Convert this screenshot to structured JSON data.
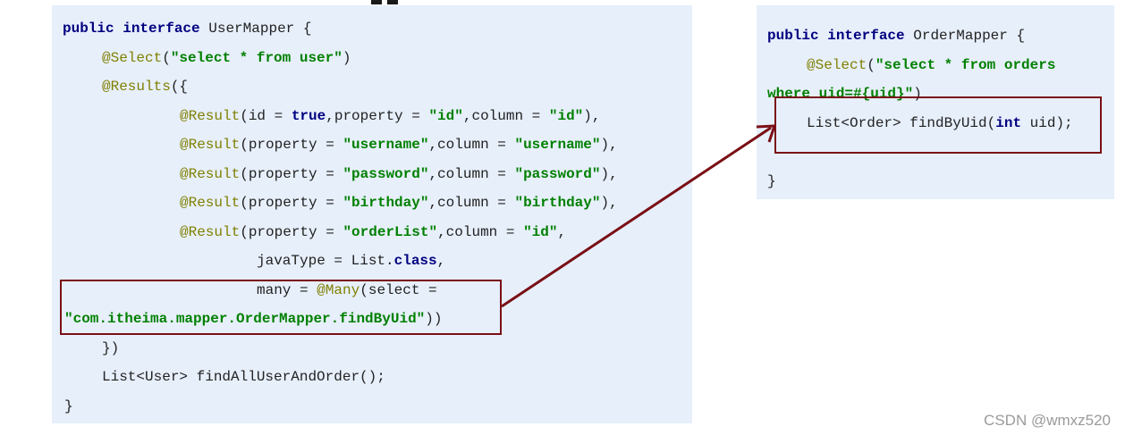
{
  "user_mapper": {
    "line1": {
      "kw1": "public",
      "kw2": "interface",
      "name": "UserMapper {"
    },
    "line2": {
      "ann": "@Select",
      "open": "(",
      "str": "\"select * from user\"",
      "close": ")"
    },
    "line3": {
      "ann": "@Results",
      "rest": "({"
    },
    "line4": {
      "ann": "@Result",
      "a": "(id = ",
      "kw": "true",
      "b": ",property = ",
      "s1": "\"id\"",
      "c": ",column = ",
      "s2": "\"id\"",
      "d": "),"
    },
    "line5": {
      "ann": "@Result",
      "a": "(property = ",
      "s1": "\"username\"",
      "c": ",column = ",
      "s2": "\"username\"",
      "d": "),"
    },
    "line6": {
      "ann": "@Result",
      "a": "(property = ",
      "s1": "\"password\"",
      "c": ",column = ",
      "s2": "\"password\"",
      "d": "),"
    },
    "line7": {
      "ann": "@Result",
      "a": "(property = ",
      "s1": "\"birthday\"",
      "c": ",column = ",
      "s2": "\"birthday\"",
      "d": "),"
    },
    "line8": {
      "ann": "@Result",
      "a": "(property = ",
      "s1": "\"orderList\"",
      "c": ",column = ",
      "s2": "\"id\"",
      "d": ","
    },
    "line9": {
      "a": "javaType = List.",
      "kw": "class",
      "d": ","
    },
    "line10": {
      "a": "many = ",
      "ann": "@Many",
      "b": "(select ="
    },
    "line11": {
      "str": "\"com.itheima.mapper.OrderMapper.findByUid\"",
      "d": "))"
    },
    "line12": "})",
    "line13": "List<User> findAllUserAndOrder();",
    "line14": "}"
  },
  "order_mapper": {
    "line1": {
      "kw1": "public",
      "kw2": "interface",
      "name": "OrderMapper {"
    },
    "line2": {
      "ann": "@Select",
      "open": "(",
      "str": "\"select * from orders"
    },
    "line3": {
      "str": "where uid=#{uid}\"",
      "close": ")"
    },
    "line4": {
      "a": "List<Order> findByUid(",
      "kw": "int",
      "b": " uid);"
    },
    "line5": "}"
  },
  "colors": {
    "panel_bg": "#e7effb",
    "keyword": "#000080",
    "annotation": "#808000",
    "string": "#008000",
    "highlight": "#7a0f16"
  },
  "watermark": "CSDN @wmxz520"
}
